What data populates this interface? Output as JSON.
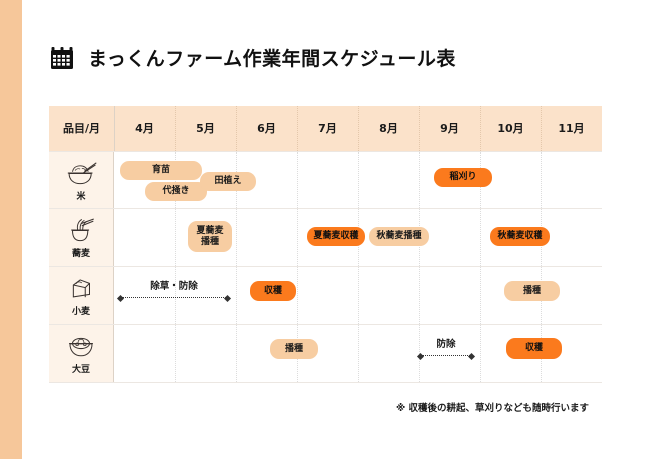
{
  "header": {
    "title": "まっくんファーム作業年間スケジュール表",
    "icon": "calendar-icon"
  },
  "table": {
    "corner_label": "品目/月",
    "months": [
      "4月",
      "5月",
      "6月",
      "7月",
      "8月",
      "9月",
      "10月",
      "11月"
    ],
    "rows": [
      {
        "label": "米",
        "icon": "rice-bowl-icon",
        "tasks": [
          {
            "text": "育苗",
            "style": "light"
          },
          {
            "text": "代掻き",
            "style": "light"
          },
          {
            "text": "田植え",
            "style": "light"
          },
          {
            "text": "稲刈り",
            "style": "strong"
          }
        ]
      },
      {
        "label": "蕎麦",
        "icon": "soba-noodle-icon",
        "tasks": [
          {
            "text": "夏蕎麦播種",
            "style": "light"
          },
          {
            "text": "夏蕎麦収穫",
            "style": "strong"
          },
          {
            "text": "秋蕎麦播種",
            "style": "light"
          },
          {
            "text": "秋蕎麦収穫",
            "style": "strong"
          }
        ]
      },
      {
        "label": "小麦",
        "icon": "bread-loaf-icon",
        "tasks": [
          {
            "text": "除草・防除",
            "style": "span"
          },
          {
            "text": "収穫",
            "style": "strong"
          },
          {
            "text": "播種",
            "style": "light"
          }
        ]
      },
      {
        "label": "大豆",
        "icon": "soybean-bowl-icon",
        "tasks": [
          {
            "text": "播種",
            "style": "light"
          },
          {
            "text": "防除",
            "style": "span"
          },
          {
            "text": "収穫",
            "style": "strong"
          }
        ]
      }
    ]
  },
  "footnote": "※ 収穫後の耕起、草刈りなども随時行います",
  "colors": {
    "accent_strong": "#fb7a1d",
    "accent_light": "#f7cda2",
    "header_bg": "#fbe2ca",
    "item_col_bg": "#fdf3e9",
    "left_band": "#f6c79a"
  },
  "rice": {
    "ikubyo": "育苗",
    "shirokaki": "代掻き",
    "tauе": "田植え",
    "inekari": "稲刈り"
  },
  "soba": {
    "natsu_hashu_l1": "夏蕎麦",
    "natsu_hashu_l2": "播種",
    "natsu_shukaku": "夏蕎麦収穫",
    "aki_hashu": "秋蕎麦播種",
    "aki_shukaku": "秋蕎麦収穫"
  },
  "wheat": {
    "josou_bojo": "除草・防除",
    "shukaku": "収穫",
    "hashu": "播種"
  },
  "soy": {
    "hashu": "播種",
    "bojo": "防除",
    "shukaku": "収穫"
  }
}
